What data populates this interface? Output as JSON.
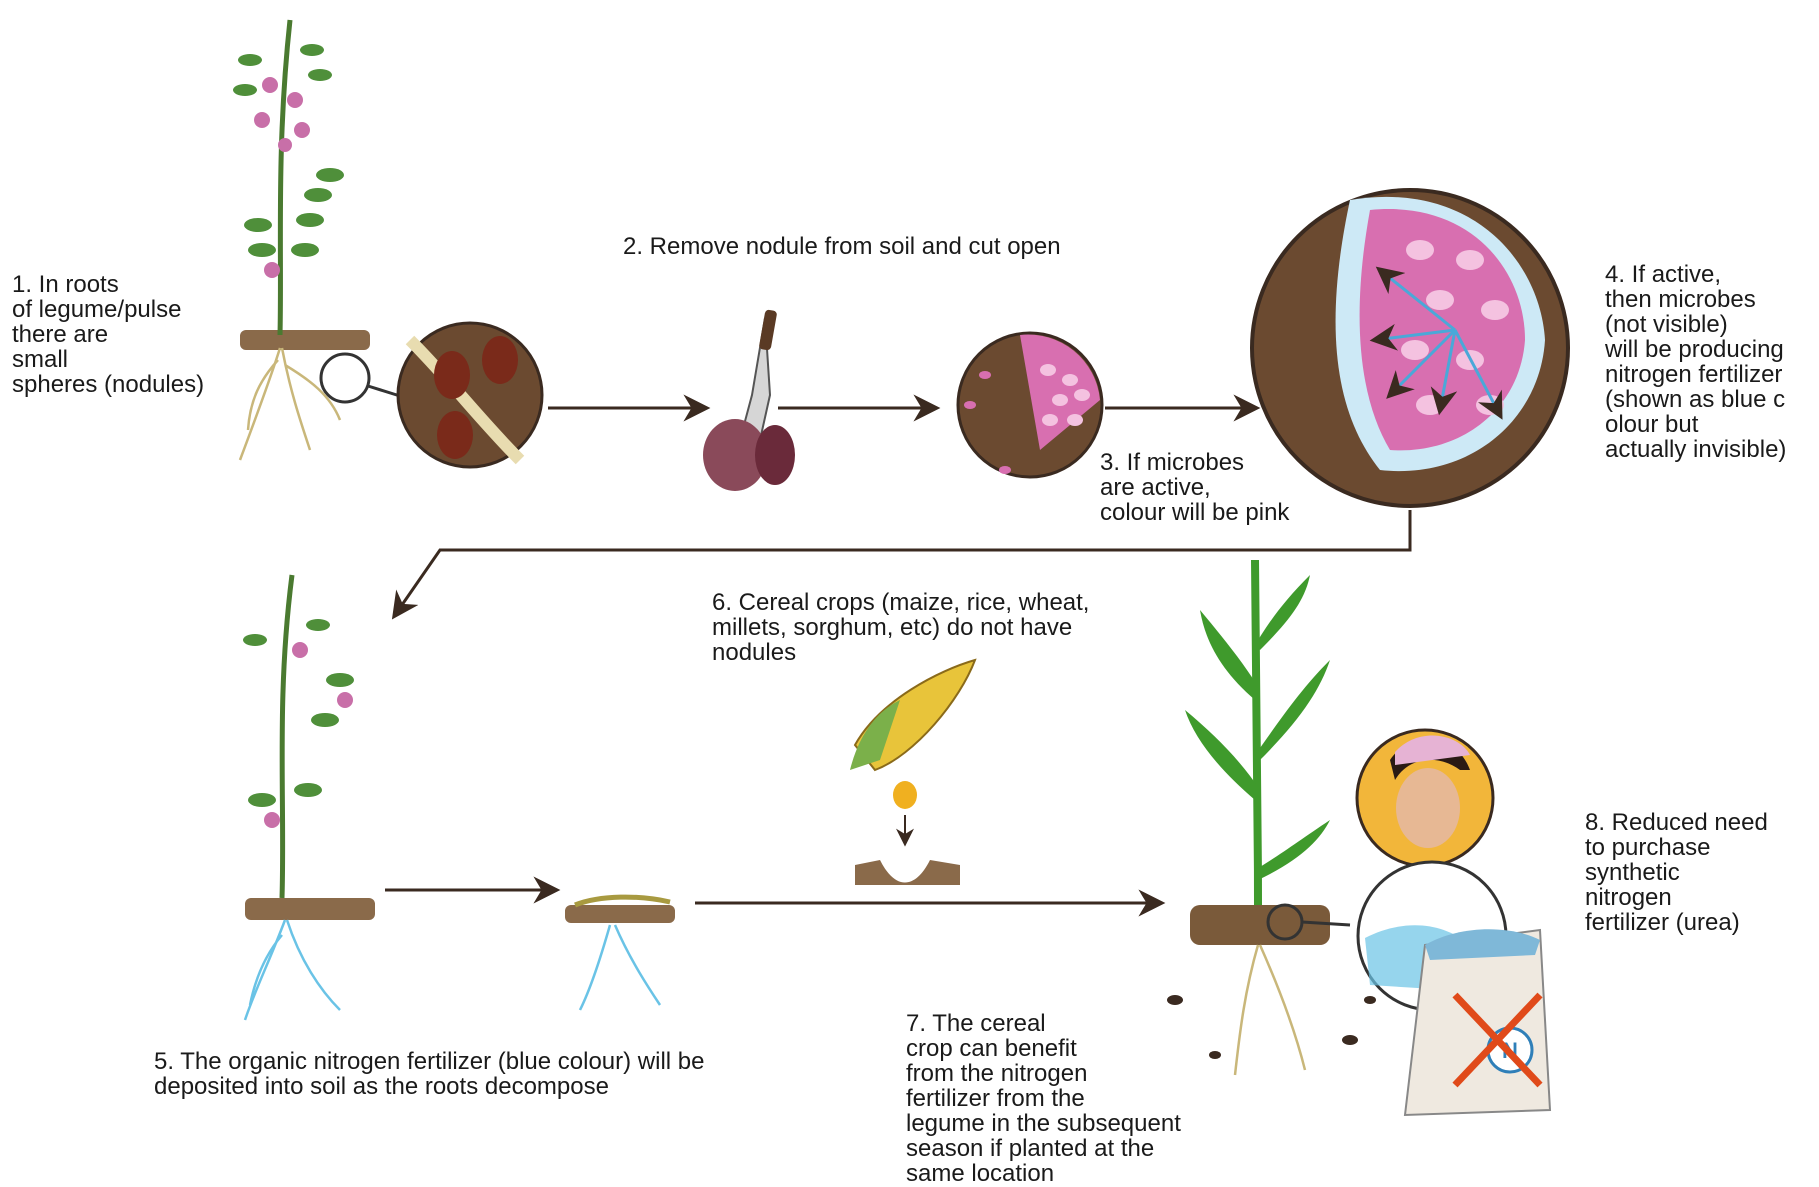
{
  "steps": {
    "s1": "1. In roots\nof legume/pulse\nthere are\nsmall\nspheres (nodules)",
    "s2": "2. Remove nodule from soil and cut open",
    "s3": "3. If microbes\nare active,\ncolour will be pink",
    "s4": "4. If active,\nthen microbes\n(not visible)\nwill be producing\nnitrogen fertilizer\n(shown as blue c\nolour but\nactually invisible)",
    "s5": "5. The organic nitrogen fertilizer (blue colour) will be\ndeposited into soil as the roots decompose",
    "s6": "6. Cereal crops (maize, rice, wheat,\nmillets, sorghum, etc) do not have\nnodules",
    "s7": "7. The cereal\ncrop can benefit\nfrom the nitrogen\nfertilizer from the\nlegume in the subsequent\nseason if planted at the\nsame location",
    "s8": "8. Reduced need\nto purchase\nsynthetic\nnitrogen\nfertilizer (urea)"
  },
  "bag_letter": "N",
  "colors": {
    "soil": "#7a5a3a",
    "nodule_pink": "#d86fb0",
    "nitrogen_blue": "#6ac3e6",
    "leaf_green": "#4f8f3a",
    "maize_green": "#3f9a2c",
    "arrow": "#3a2a20",
    "cross_red": "#e04a1a"
  }
}
